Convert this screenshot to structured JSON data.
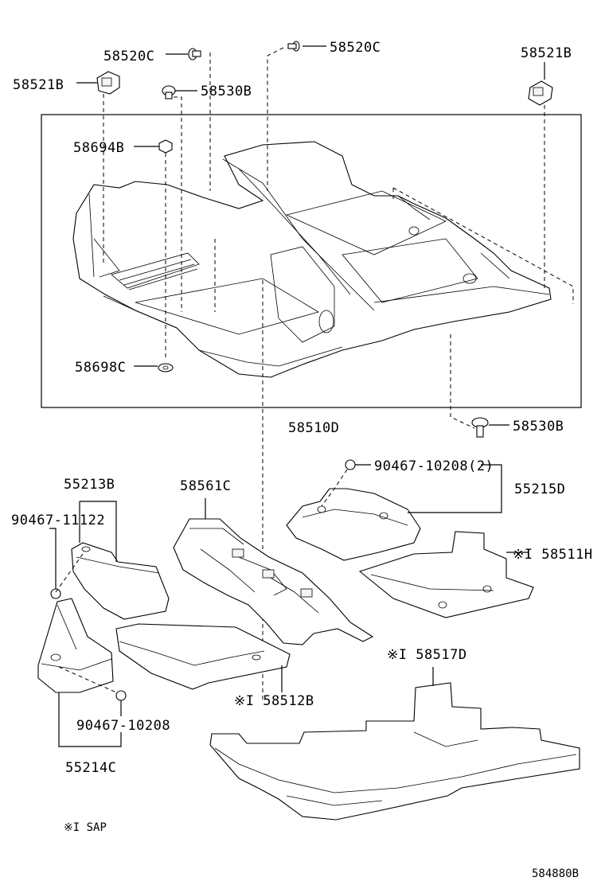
{
  "labels": {
    "p58520C_a": "58520C",
    "p58520C_b": "58520C",
    "p58521B_a": "58521B",
    "p58521B_b": "58521B",
    "p58530B_a": "58530B",
    "p58694B": "58694B",
    "p58698C": "58698C",
    "p58510D": "58510D",
    "p58530B_b": "58530B",
    "p90467_10208_2": "90467-10208(2)",
    "p55215D": "55215D",
    "p55213B": "55213B",
    "p58561C": "58561C",
    "p90467_11122": "90467-11122",
    "p58511H": "※I 58511H",
    "p58517D": "※I 58517D",
    "p58512B": "※I 58512B",
    "p90467_10208": "90467-10208",
    "p55214C": "55214C",
    "note": "※I SAP",
    "code": "584880B"
  }
}
